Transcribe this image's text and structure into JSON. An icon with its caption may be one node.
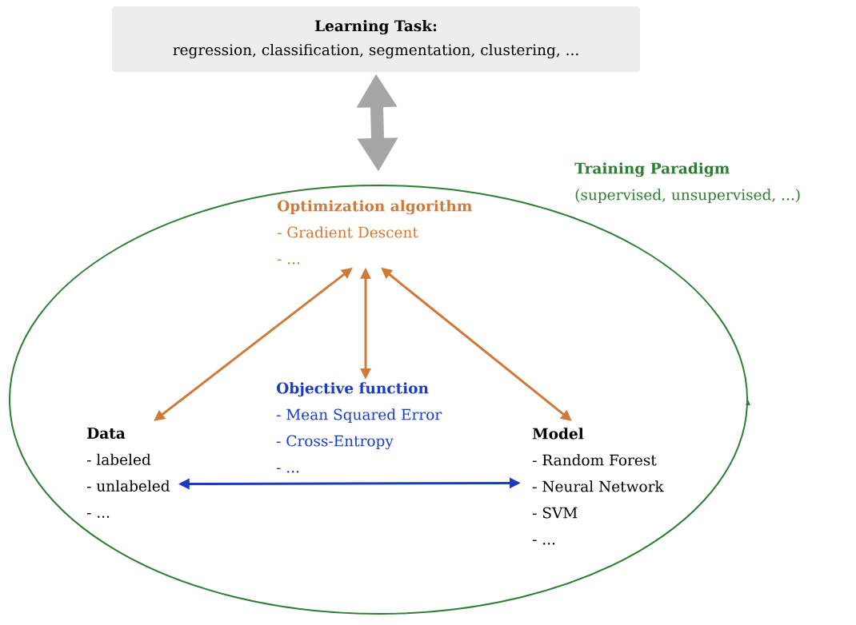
{
  "diagram": {
    "nodes": [
      {
        "text": [
          "Learning Task:",
          "regression, classification, segmentation, clustering, ..."
        ]
      },
      {
        "text": [
          "Training Paradigm",
          "(supervised, unsupervised, ...)"
        ]
      },
      {
        "text": [
          "Optimization algorithm",
          "- Gradient Descent",
          "- ..."
        ],
        "in": 1
      },
      {
        "text": [
          "Objective function",
          "- Mean Squared Error",
          "- Cross-Entropy",
          "- ..."
        ],
        "in": 1
      },
      {
        "text": [
          "Data",
          "- labeled",
          "- unlabeled",
          "- ..."
        ],
        "in": 1
      },
      {
        "text": [
          "Model",
          "- Random Forest",
          "- Neural Network",
          "- SVM",
          "- ..."
        ],
        "in": 1
      }
    ],
    "edges": [
      {
        "from": 0,
        "to": 1,
        "arrow": "both",
        "style": "thick",
        "color": "#a6a6a6"
      },
      {
        "from": 2,
        "to": 4,
        "arrow": "both"
      },
      {
        "from": 2,
        "to": 3,
        "arrow": "both"
      },
      {
        "from": 2,
        "to": 5,
        "arrow": "both"
      },
      {
        "from": 4,
        "to": 5,
        "arrow": "both",
        "color": "#1a3cc0"
      }
    ]
  }
}
